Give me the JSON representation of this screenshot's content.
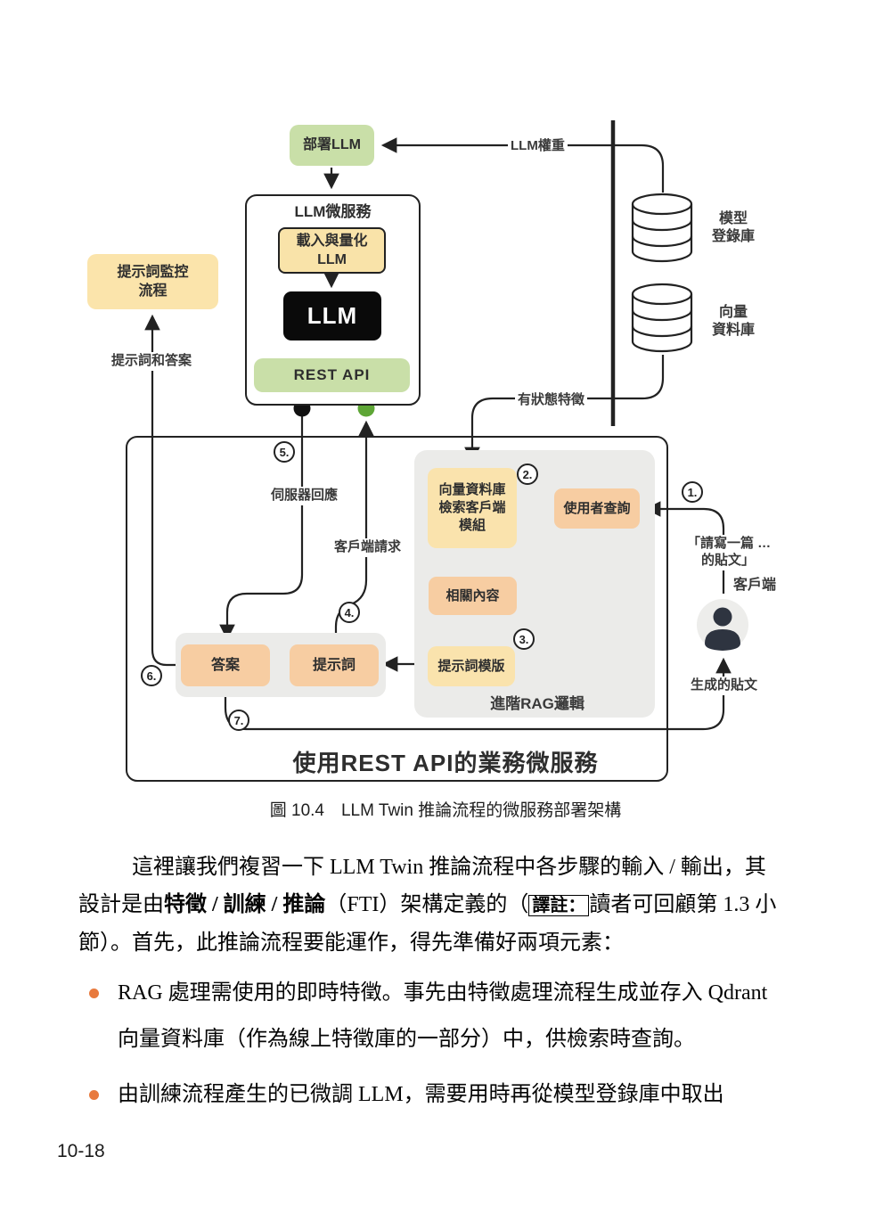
{
  "diagram": {
    "deploy_llm": "部署LLM",
    "llm_weights": "LLM權重",
    "model_registry_l1": "模型",
    "model_registry_l2": "登錄庫",
    "vector_db_l1": "向量",
    "vector_db_l2": "資料庫",
    "llm_microservice_title": "LLM微服務",
    "load_quantize_l1": "載入與量化",
    "load_quantize_l2": "LLM",
    "llm": "LLM",
    "rest_api": "REST API",
    "prompt_monitoring_l1": "提示詞監控",
    "prompt_monitoring_l2": "流程",
    "prompts_and_answers": "提示詞和答案",
    "stateful_features": "有狀態特徵",
    "server_response": "伺服器回應",
    "client_request": "客戶端請求",
    "retrieval_module_l1": "向量資料庫",
    "retrieval_module_l2": "檢索客戶端",
    "retrieval_module_l3": "模組",
    "user_query": "使用者查詢",
    "related_content": "相關內容",
    "prompt_template": "提示詞模版",
    "answer": "答案",
    "prompt": "提示詞",
    "advanced_rag": "進階RAG邏輯",
    "business_title": "使用REST API的業務微服務",
    "client_label": "客戶端",
    "client_query_l1": "「請寫一篇 …",
    "client_query_l2": "的貼文」",
    "generated_post": "生成的貼文",
    "steps": {
      "s1": "1.",
      "s2": "2.",
      "s3": "3.",
      "s4": "4.",
      "s5": "5.",
      "s6": "6.",
      "s7": "7."
    }
  },
  "caption": "圖 10.4　LLM Twin 推論流程的微服務部署架構",
  "paragraph": {
    "l1": "這裡讓我們複習一下 LLM Twin 推論流程中各步驟的輸入 / 輸出，其",
    "l2s1": "設計是由",
    "l2s2": "特徵 / 訓練 / 推論",
    "l2s3": "（FTI）架構定義的（",
    "l2note": "譯註：",
    "l2s4": "讀者可回顧第 1.3 小",
    "l3": "節）。首先，此推論流程要能運作，得先準備好兩項元素："
  },
  "bullets": {
    "b1l1": "RAG 處理需使用的即時特徵。事先由特徵處理流程生成並存入 Qdrant",
    "b1l2": "向量資料庫（作為線上特徵庫的一部分）中，供檢索時查詢。",
    "b2l1": "由訓練流程產生的已微調 LLM，需要用時再從模型登錄庫中取出"
  },
  "page_number": "10-18",
  "colors": {
    "box_green": "#c9dfa8",
    "box_yellow": "#fae3ad",
    "box_orange": "#f7cda2",
    "panel_gray": "#ebebe9",
    "stroke_dark": "#222222",
    "green_port": "#5ea636",
    "bullet_orange": "#e87a3e",
    "avatar_dark": "#2e3440"
  }
}
